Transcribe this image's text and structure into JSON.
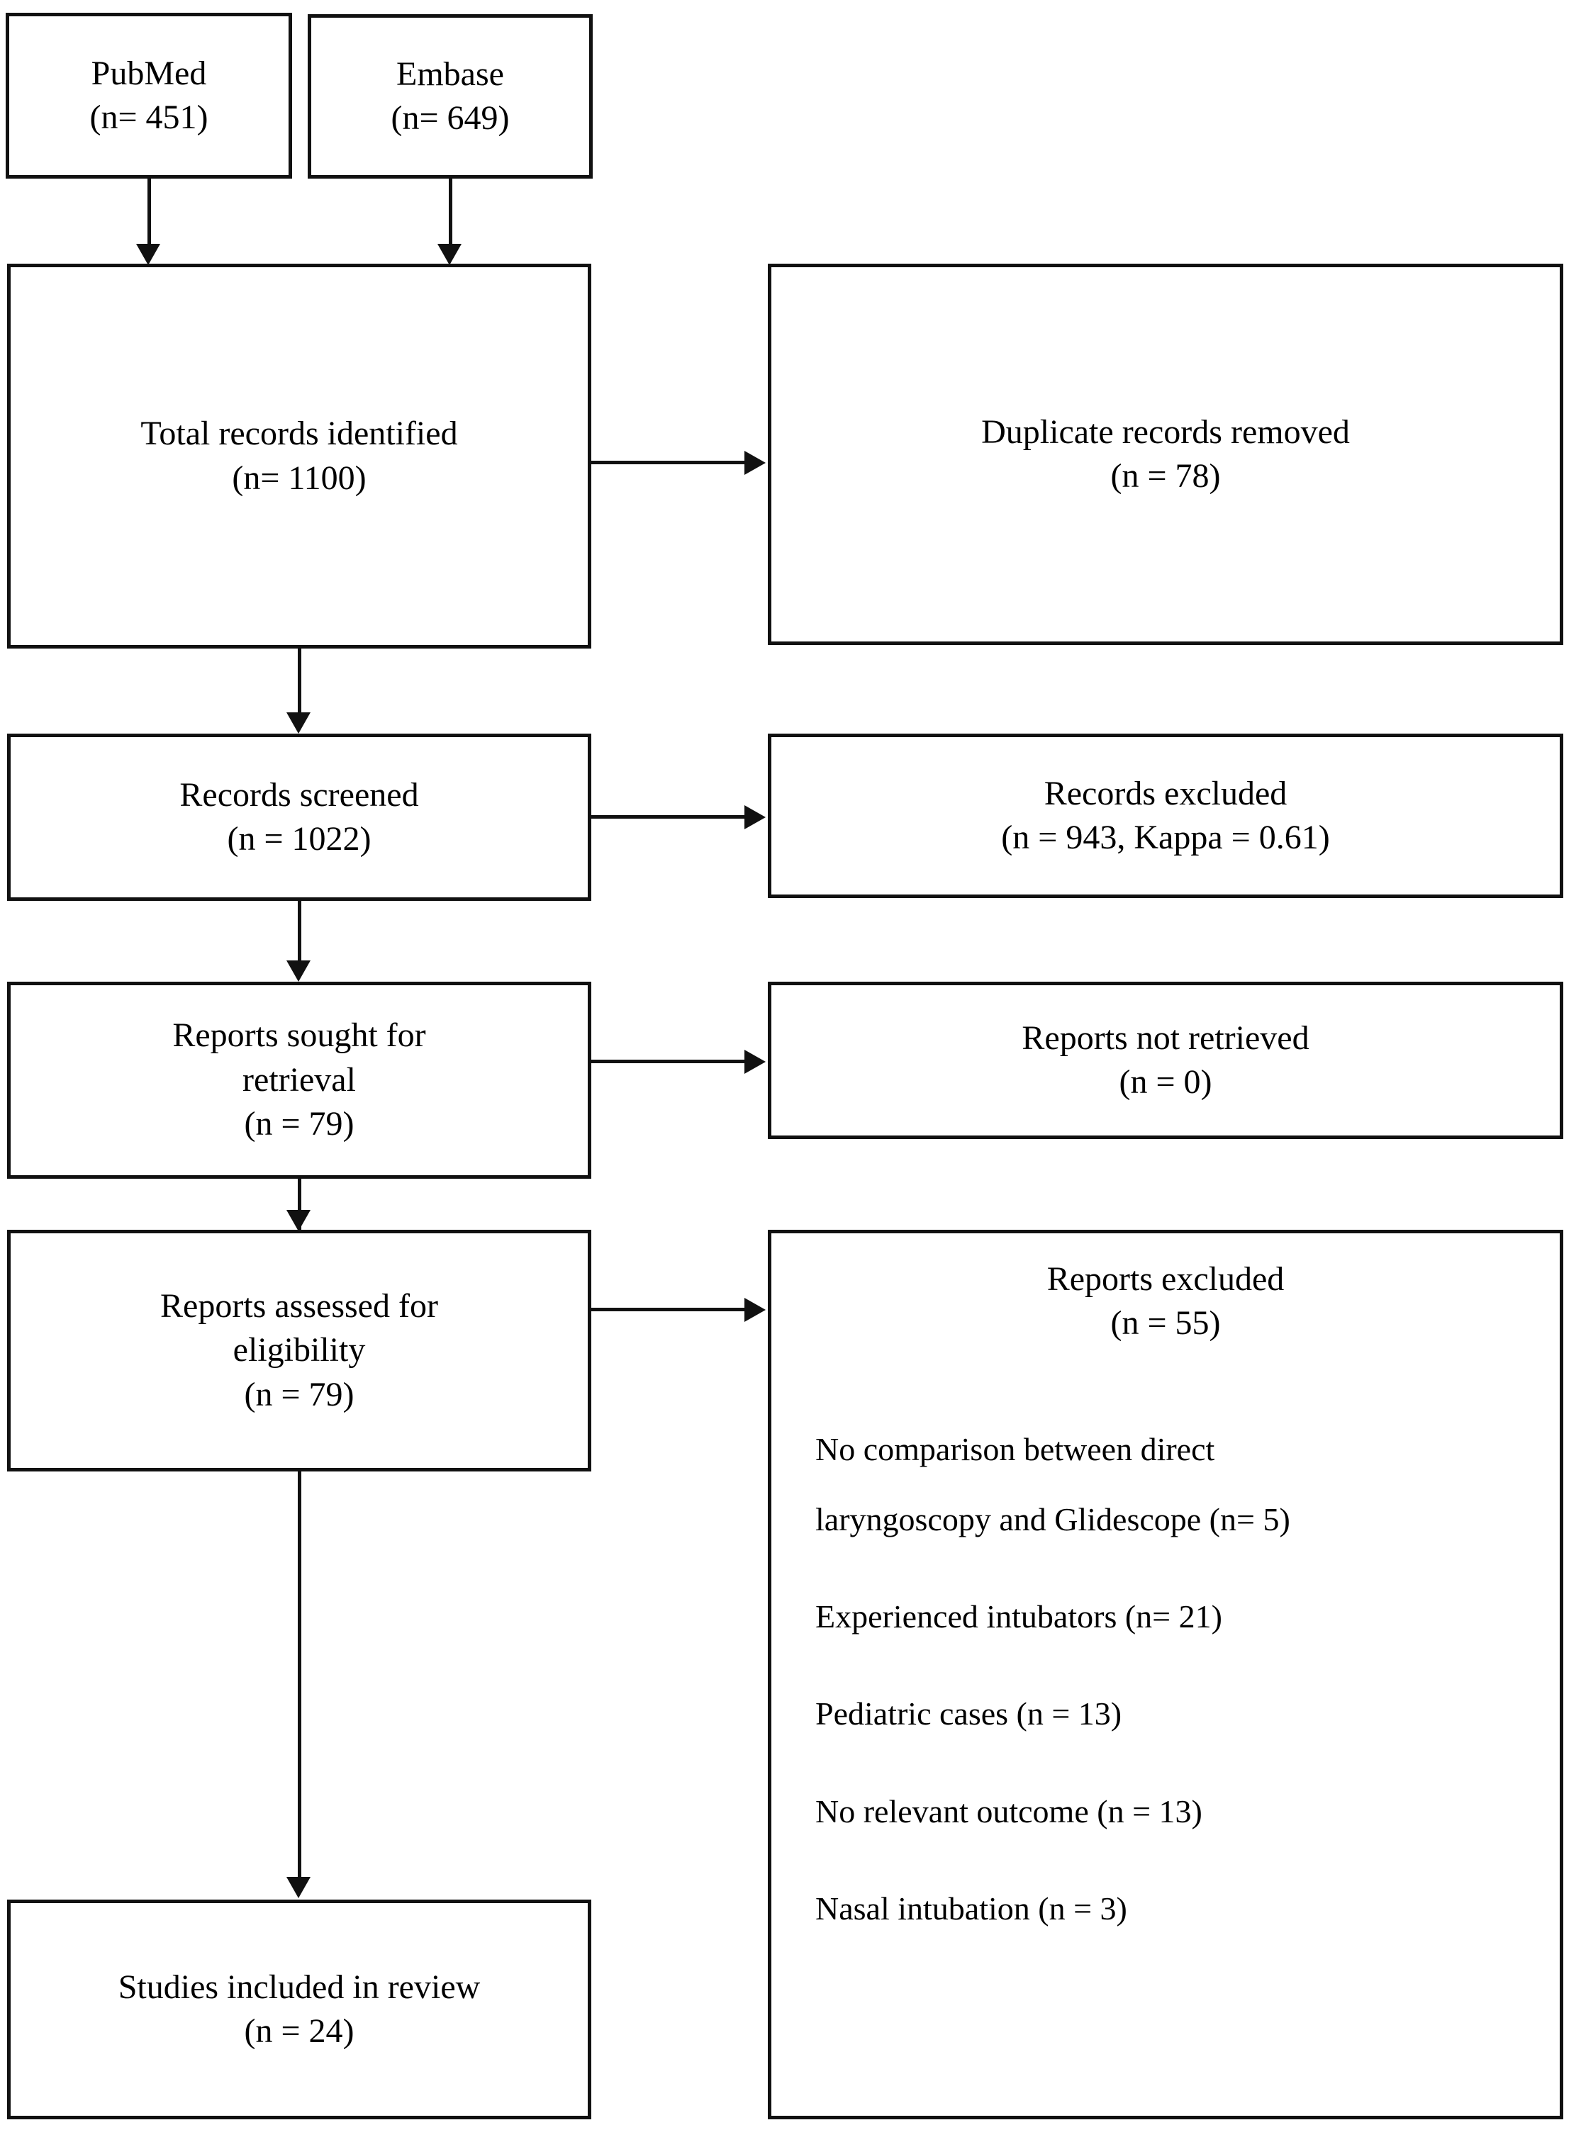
{
  "diagram": {
    "title": "PRISMA study selection flow diagram",
    "colors": {
      "box_border": "#111111",
      "background": "#ffffff",
      "text": "#000000",
      "connector": "#111111"
    },
    "sources": [
      {
        "name": "PubMed",
        "count_label": "(n= 451)"
      },
      {
        "name": "Embase",
        "count_label": "(n= 649)"
      }
    ],
    "identification": {
      "total_label": "Total records identified",
      "total_count": "(n= 1100)",
      "duplicates_label": "Duplicate records removed",
      "duplicates_count": "(n = 78)"
    },
    "screening": {
      "screened_label": "Records screened",
      "screened_count": "(n = 1022)",
      "excluded_label": "Records excluded",
      "excluded_count": "(n = 943, Kappa = 0.61)"
    },
    "retrieval": {
      "sought_label_line1": "Reports sought for",
      "sought_label_line2": "retrieval",
      "sought_count": "(n = 79)",
      "not_retrieved_label": "Reports not retrieved",
      "not_retrieved_count": "(n = 0)"
    },
    "eligibility": {
      "assessed_label_line1": "Reports assessed for",
      "assessed_label_line2": "eligibility",
      "assessed_count": "(n = 79)",
      "excluded_label": "Reports excluded",
      "excluded_count": "(n = 55)",
      "exclusion_reasons": [
        {
          "text_line1": "No comparison between direct",
          "text_line2": "laryngoscopy and Glidescope (n= 5)",
          "count": 5
        },
        {
          "text_line1": "Experienced intubators (n= 21)",
          "text_line2": "",
          "count": 21
        },
        {
          "text_line1": "Pediatric cases (n = 13)",
          "text_line2": "",
          "count": 13
        },
        {
          "text_line1": "No relevant outcome (n = 13)",
          "text_line2": "",
          "count": 13
        },
        {
          "text_line1": "Nasal intubation (n = 3)",
          "text_line2": "",
          "count": 3
        }
      ]
    },
    "included": {
      "label": "Studies included in review",
      "count": "(n = 24)"
    }
  }
}
